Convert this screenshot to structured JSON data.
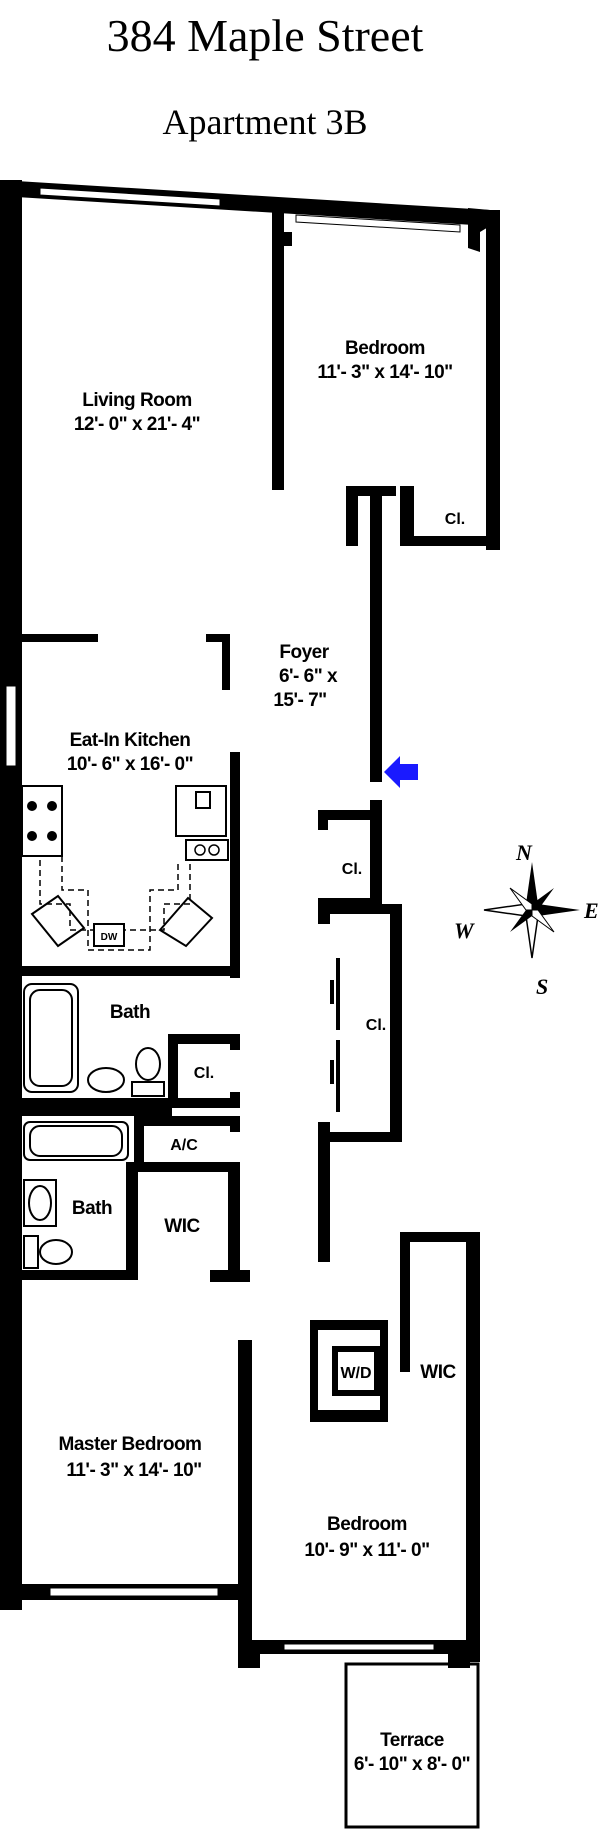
{
  "header": {
    "address": "384 Maple Street",
    "unit": "Apartment 3B"
  },
  "rooms": {
    "living_room": {
      "name": "Living Room",
      "size": "12'- 0\" x 21'- 4\""
    },
    "bedroom_1": {
      "name": "Bedroom",
      "size": "11'- 3\" x 14'- 10\""
    },
    "closet_bedroom_1": "Cl.",
    "foyer": {
      "name": "Foyer",
      "size_a": "6'- 6\"  x",
      "size_b": "15'- 7\""
    },
    "kitchen": {
      "name": "Eat-In Kitchen",
      "size": "10'- 6\" x 16'- 0\""
    },
    "dishwasher": "DW",
    "closet_foyer": "Cl.",
    "closet_hall_long": "Cl.",
    "bath_1": "Bath",
    "closet_bath": "Cl.",
    "ac": "A/C",
    "bath_2": "Bath",
    "wic_master": "WIC",
    "wd": "W/D",
    "wic_bedroom_2": "WIC",
    "master_bedroom": {
      "name": "Master Bedroom",
      "size": "11'- 3\" x 14'- 10\""
    },
    "bedroom_2": {
      "name": "Bedroom",
      "size": "10'- 9\" x 11'- 0\""
    },
    "terrace": {
      "name": "Terrace",
      "size": "6'- 10\" x 8'- 0\""
    }
  },
  "compass": {
    "n": "N",
    "s": "S",
    "e": "E",
    "w": "W"
  },
  "colors": {
    "wall": "#000000",
    "entry_arrow": "#1a1aff",
    "background": "#ffffff"
  },
  "icons": {
    "entry": "entry-arrow-icon",
    "compass": "compass-rose-icon"
  }
}
